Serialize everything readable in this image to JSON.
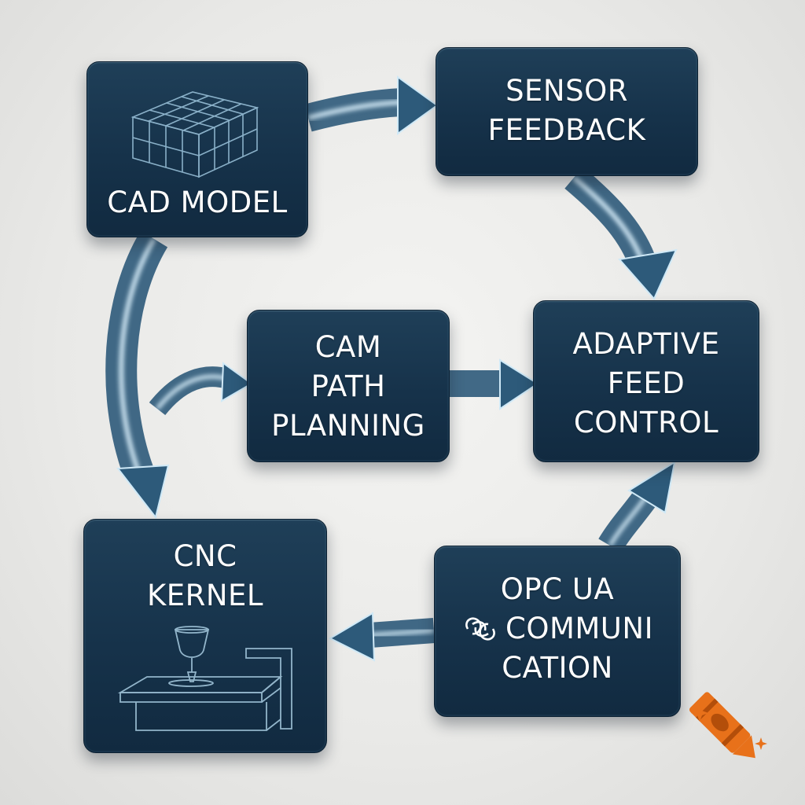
{
  "nodes": {
    "cad": {
      "label": "CAD MODEL",
      "icon": "cube-wireframe-icon"
    },
    "sensor": {
      "lines": [
        "SENSOR",
        "FEEDBACK"
      ]
    },
    "cam": {
      "lines": [
        "CAM",
        "PATH",
        "PLANNING"
      ]
    },
    "adaptive": {
      "lines": [
        "ADAPTIVE",
        "FEED",
        "CONTROL"
      ]
    },
    "cnc": {
      "lines": [
        "CNC",
        "KERNEL"
      ],
      "icon": "cnc-machine-icon"
    },
    "opc": {
      "lines": [
        "OPC UA",
        "COMMUNI",
        "CATION"
      ],
      "icon": "link-knot-icon"
    }
  },
  "edges": [
    {
      "from": "CAD MODEL",
      "to": "SENSOR FEEDBACK"
    },
    {
      "from": "SENSOR FEEDBACK",
      "to": "ADAPTIVE FEED CONTROL"
    },
    {
      "from": "CAD MODEL",
      "to": "CNC KERNEL"
    },
    {
      "from": "CAM PATH PLANNING",
      "to": "ADAPTIVE FEED CONTROL"
    },
    {
      "from": "OPC UA COMMUNICATION",
      "to": "ADAPTIVE FEED CONTROL"
    },
    {
      "from": "OPC UA COMMUNICATION",
      "to": "CNC KERNEL"
    }
  ],
  "colors": {
    "node_fill": "#16324a",
    "node_text": "#ffffff",
    "arrow": "#2d5a7a",
    "arrow_glow": "#dff4ff",
    "background": "#ececea",
    "logo_orange": "#e8711a"
  }
}
